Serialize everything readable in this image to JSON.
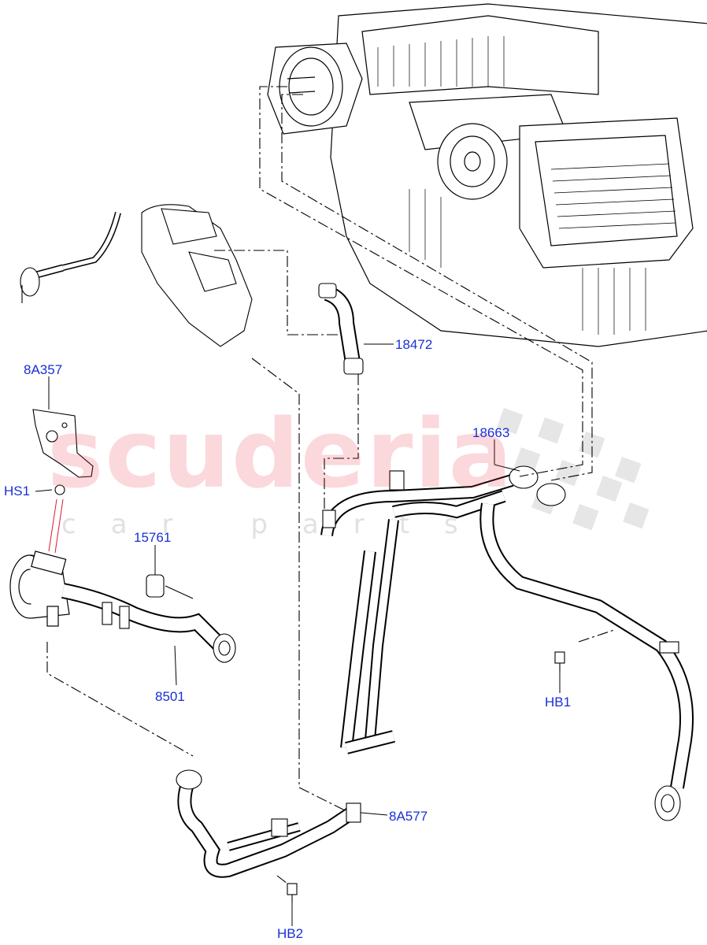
{
  "watermark": {
    "word": "scuderia",
    "sub": "car parts"
  },
  "callouts": [
    {
      "id": "8A357",
      "label": "8A357"
    },
    {
      "id": "HS1",
      "label": "HS1"
    },
    {
      "id": "15761",
      "label": "15761"
    },
    {
      "id": "8501",
      "label": "8501"
    },
    {
      "id": "18472",
      "label": "18472"
    },
    {
      "id": "18663",
      "label": "18663"
    },
    {
      "id": "HB1",
      "label": "HB1"
    },
    {
      "id": "8A577",
      "label": "8A577"
    },
    {
      "id": "HB2",
      "label": "HB2"
    }
  ],
  "colors": {
    "label": "#1a2fd6",
    "line": "#000000",
    "accent_red": "#e0192e",
    "watermark": "#e8283c"
  }
}
